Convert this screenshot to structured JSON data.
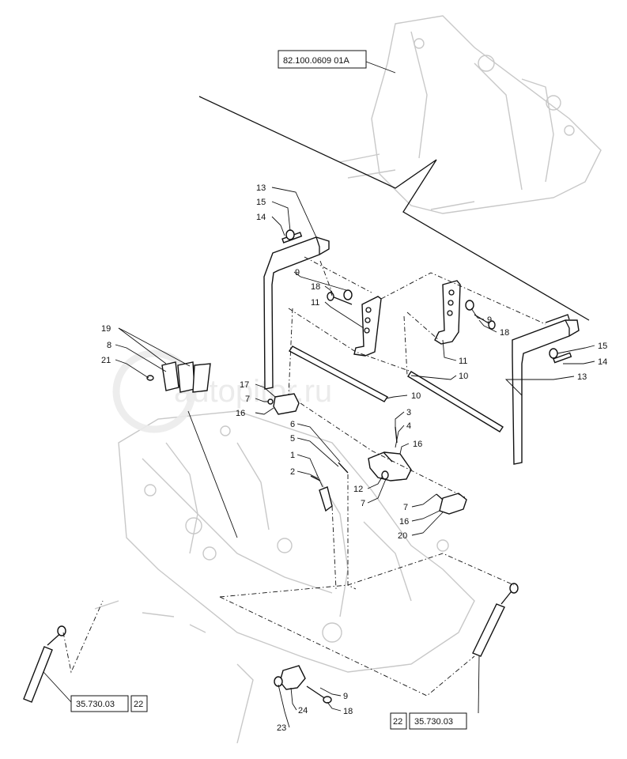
{
  "references": {
    "top": "82.100.0609 01A",
    "left_code": "35.730.03",
    "left_num": "22",
    "right_num": "22",
    "right_code": "35.730.03"
  },
  "watermark": "autopitor.ru",
  "callouts": {
    "c13a": "13",
    "c15a": "15",
    "c14a": "14",
    "c9a": "9",
    "c18a": "18",
    "c11a": "11",
    "c9b": "9",
    "c18b": "18",
    "c11b": "11",
    "c10b": "10",
    "c15b": "15",
    "c14b": "14",
    "c13b": "13",
    "c19": "19",
    "c8": "8",
    "c21": "21",
    "c17": "17",
    "c7a": "7",
    "c16a": "16",
    "c10a": "10",
    "c6": "6",
    "c5": "5",
    "c1": "1",
    "c2": "2",
    "c3": "3",
    "c4": "4",
    "c16b": "16",
    "c12": "12",
    "c7b": "7",
    "c7c": "7",
    "c16c": "16",
    "c20": "20",
    "c9c": "9",
    "c24": "24",
    "c18c": "18",
    "c23": "23"
  }
}
